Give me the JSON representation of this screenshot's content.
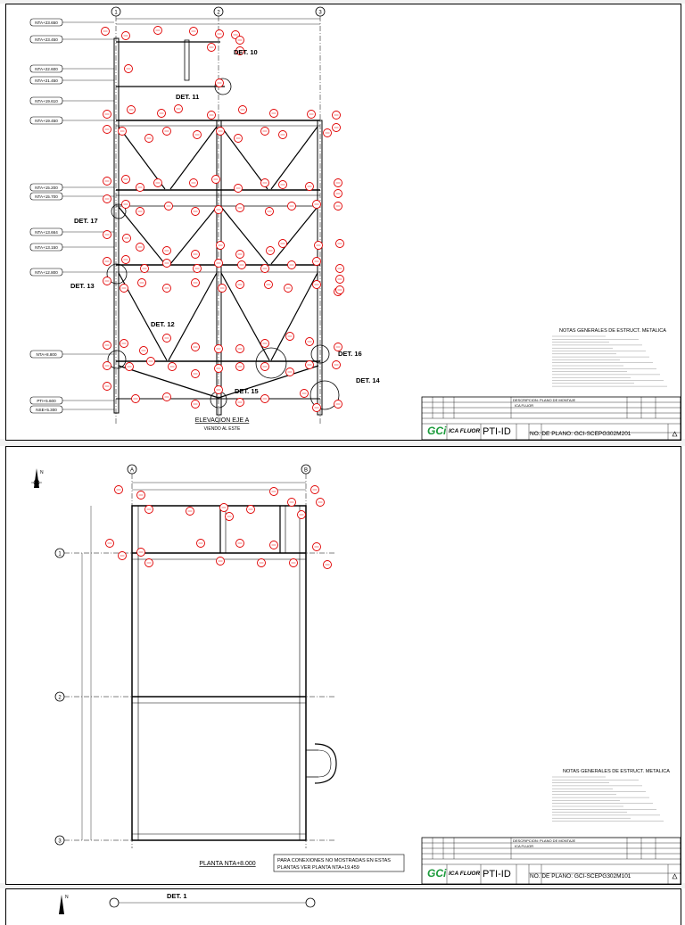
{
  "sheet1": {
    "axes": [
      "1",
      "2",
      "3"
    ],
    "levels": [
      "NTA+23.650",
      "NTA+23.450",
      "NTA+22.600",
      "NTA+21.450",
      "NTA+19.610",
      "NTA+19.450",
      "NTA+15.200",
      "NTA+15.700",
      "NTA+13.664",
      "NTA+13.150",
      "NTA+12.800",
      "NTA+8.800",
      "PTI+5.600",
      "NSE+5.300"
    ],
    "details": [
      "DET. 10",
      "DET. 11",
      "DET. 17",
      "DET. 13",
      "DET. 12",
      "DET. 16",
      "DET. 15",
      "DET. 14"
    ],
    "view_title": "ELEVACION EJE A",
    "view_subtitle": "VIENDO AL ESTE",
    "notes_title": "NOTAS GENERALES DE ESTRUCT. METALICA",
    "drawing_title": "DESCRIPCION: PLANO DE MONTAJE",
    "client": "ICA FLUOR",
    "plan_number": "NO. DE PLANO: GCI-SCEPG302M201"
  },
  "sheet2": {
    "axes": [
      "A",
      "B"
    ],
    "rows": [
      "1",
      "2",
      "3"
    ],
    "view_title": "PLANTA NTA+8.000",
    "note_line1": "PARA CONEXIONES NO MOSTRADAS EN ESTAS",
    "note_line2": "PLANTAS VER PLANTA NTA+19.459",
    "notes_title": "NOTAS GENERALES DE ESTRUCT. METALICA",
    "drawing_title": "DESCRIPCION: PLANO DE MONTAJE",
    "client": "ICA FLUOR",
    "plan_number": "NO. DE PLANO: GCI-SCEPG302M101"
  },
  "sheet3": {
    "detail": "DET. 1"
  },
  "logos": {
    "gci": "GCi",
    "ica": "ICA FLUOR",
    "pti": "PTI-ID"
  },
  "colors": {
    "markup": "#e00000",
    "line": "#000000",
    "logo_green": "#1a9a3a"
  }
}
